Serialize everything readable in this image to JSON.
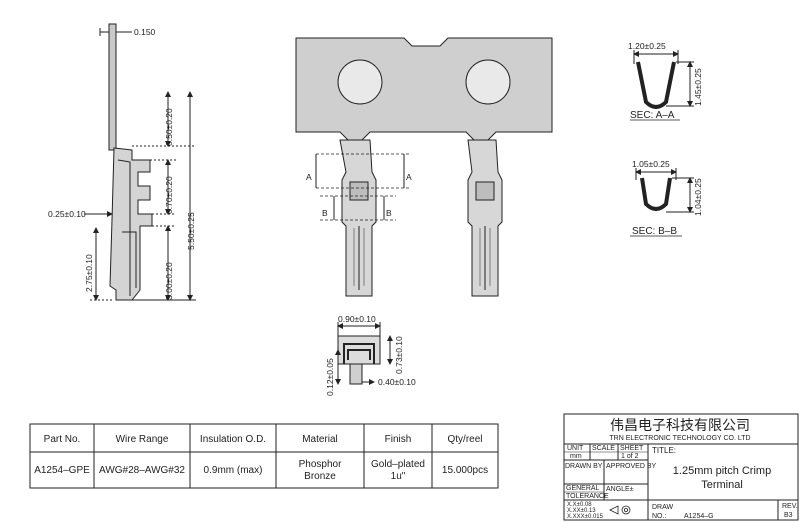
{
  "drawing": {
    "side_view_dims": {
      "thickness": "0.150",
      "d1": "0.50±0.20",
      "d2": "0.70±0.20",
      "d3": "5.50±0.25",
      "d4": "3.00±0.20",
      "d5": "0.25±0.10",
      "d6": "2.75±0.10"
    },
    "section_markers": {
      "a": "A",
      "b": "B"
    },
    "section_a": {
      "width": "1.20±0.25",
      "height": "1.45±0.25",
      "label": "SEC: A–A"
    },
    "section_b": {
      "width": "1.05±0.25",
      "height": "1.04±0.25",
      "label": "SEC: B–B"
    },
    "end_view_dims": {
      "top_width": "0.90±0.10",
      "height": "0.73±0.10",
      "bottom_width": "0.40±0.10",
      "left_offset": "0.12±0.05"
    }
  },
  "spec_table": {
    "headers": [
      "Part No.",
      "Wire Range",
      "Insulation O.D.",
      "Material",
      "Finish",
      "Qty/reel"
    ],
    "row": [
      "A1254–GPE",
      "AWG#28–AWG#32",
      "0.9mm  (max)",
      [
        "Phosphor",
        "Bronze"
      ],
      [
        "Gold–plated",
        "1u\""
      ],
      "15.000pcs"
    ]
  },
  "title_block": {
    "company_cn": "伟昌电子科技有限公司",
    "company_en": "TRN  ELECTRONIC  TECHNOLOGY  CO.  LTD",
    "unit_label": "UNIT",
    "unit_value": "mm",
    "scale_label": "SCALE",
    "sheet_label": "SHEET",
    "sheet_value": "1  of  2",
    "title_label": "TITLE:",
    "drawn_by_label": "DRAWN BY",
    "approved_by_label": "APPROVED BY",
    "title_line1": "1.25mm  pitch  Crimp",
    "title_line2": "Terminal",
    "general_label": "GENERAL",
    "tolerance_label": "TOLERANCE",
    "angle_label": "ANGLE±",
    "tol_1": "X.X±0.08",
    "tol_2": "X.XX±0.13",
    "tol_3": "X.XXX±0.015",
    "draw_no_label": "DRAW\nNO.:",
    "draw_label": "DRAW",
    "no_label": "NO.:",
    "draw_no_value": "A1254–G",
    "rev_label": "REV.",
    "rev_value": "B3"
  }
}
